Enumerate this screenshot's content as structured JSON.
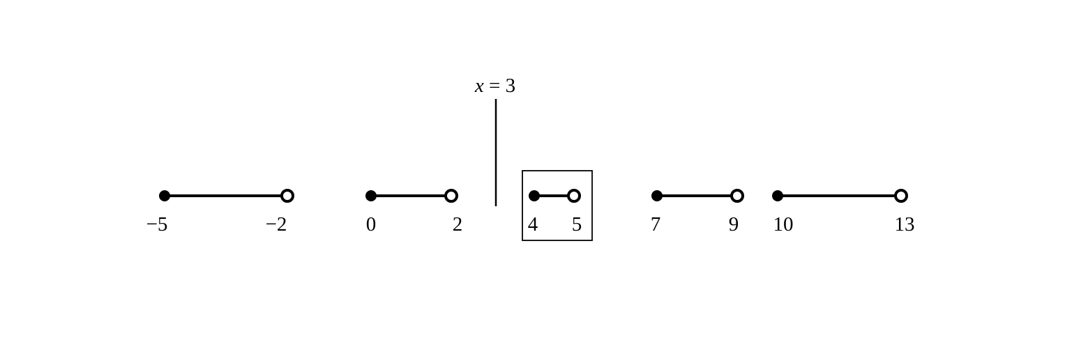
{
  "intervals": [
    {
      "start": "−5",
      "end": "−2",
      "start_closed": true,
      "end_closed": false,
      "highlighted": false
    },
    {
      "start": "0",
      "end": "2",
      "start_closed": true,
      "end_closed": false,
      "highlighted": false
    },
    {
      "start": "4",
      "end": "5",
      "start_closed": true,
      "end_closed": false,
      "highlighted": true
    },
    {
      "start": "7",
      "end": "9",
      "start_closed": true,
      "end_closed": false,
      "highlighted": false
    },
    {
      "start": "10",
      "end": "13",
      "start_closed": true,
      "end_closed": false,
      "highlighted": false
    }
  ],
  "marker": {
    "variable": "x",
    "equals": " = 3"
  },
  "colors": {
    "stroke": "#000000",
    "background": "#ffffff"
  }
}
